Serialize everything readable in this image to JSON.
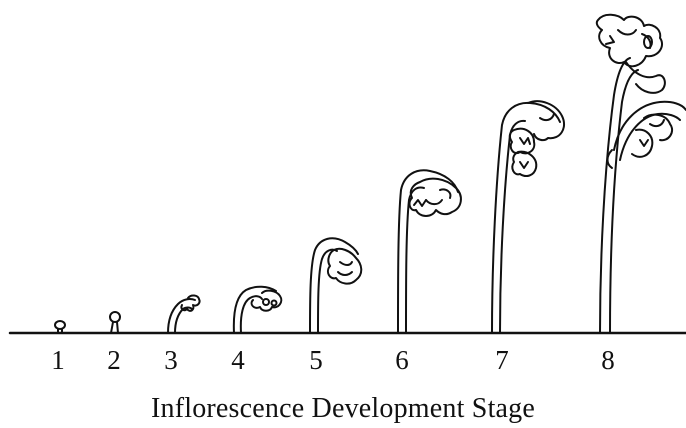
{
  "caption": "Inflorescence Development Stage",
  "stages": [
    "1",
    "2",
    "3",
    "4",
    "5",
    "6",
    "7",
    "8"
  ],
  "colors": {
    "ink": "#111111",
    "background": "#ffffff"
  }
}
